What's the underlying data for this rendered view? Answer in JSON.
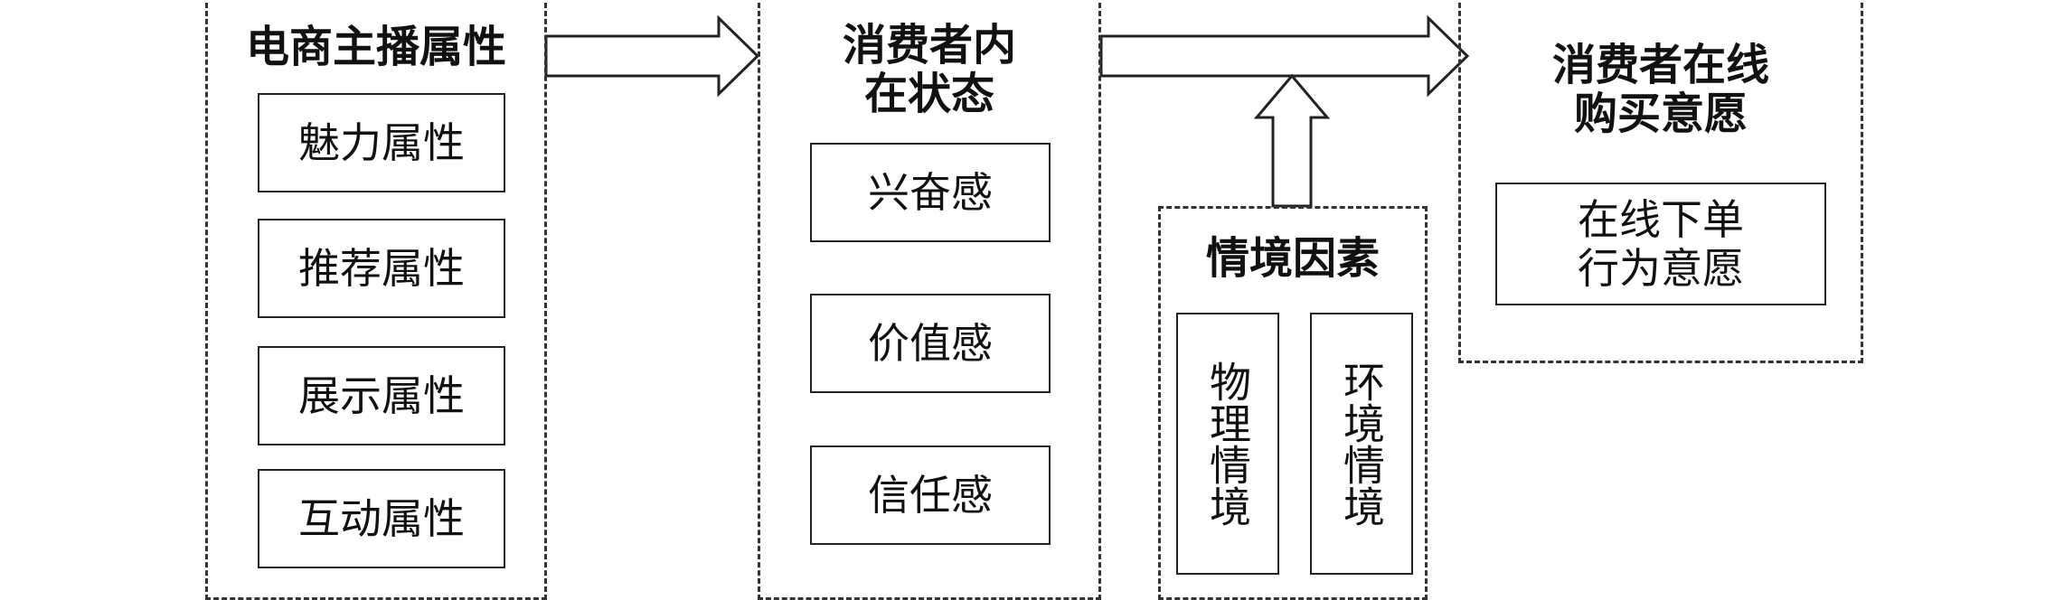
{
  "groups": {
    "anchor": {
      "title": "电商主播属性",
      "items": [
        "魅力属性",
        "推荐属性",
        "展示属性",
        "互动属性"
      ]
    },
    "state": {
      "title": "消费者内\n在状态",
      "items": [
        "兴奋感",
        "价值感",
        "信任感"
      ]
    },
    "context": {
      "title": "情境因素",
      "items": [
        "物理情境",
        "环境情境"
      ]
    },
    "intent": {
      "title": "消费者在线\n购买意愿",
      "items": [
        "在线下单\n行为意愿"
      ]
    }
  }
}
